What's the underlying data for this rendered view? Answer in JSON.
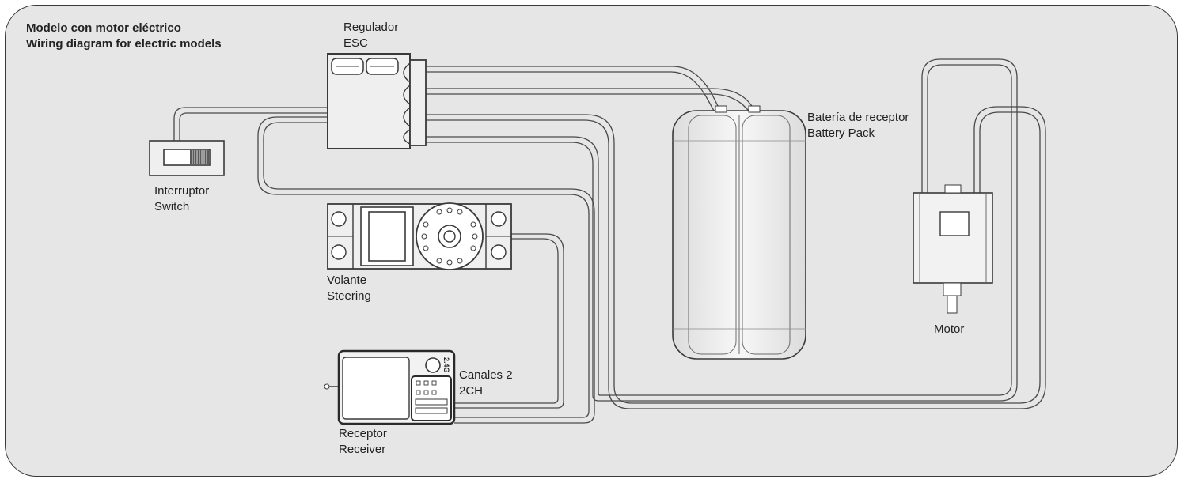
{
  "title": {
    "line1": "Modelo con motor eléctrico",
    "line2": "Wiring diagram for electric models"
  },
  "labels": {
    "esc": {
      "line1": "Regulador",
      "line2": "ESC"
    },
    "switch": {
      "line1": "Interruptor",
      "line2": "Switch"
    },
    "servo": {
      "line1": "Volante",
      "line2": "Steering"
    },
    "receiver": {
      "line1": "Receptor",
      "line2": "Receiver"
    },
    "channels": {
      "line1": "Canales 2",
      "line2": "2CH"
    },
    "battery": {
      "line1": "Batería de receptor",
      "line2": "Battery Pack"
    },
    "motor": {
      "line1": "Motor"
    }
  },
  "receiver_badge": "2.4G",
  "colors": {
    "panel_bg": "#e6e6e6",
    "outline": "#3a3a3a",
    "wire": "#4a4a4a",
    "component_fill": "#f2f2f2"
  }
}
